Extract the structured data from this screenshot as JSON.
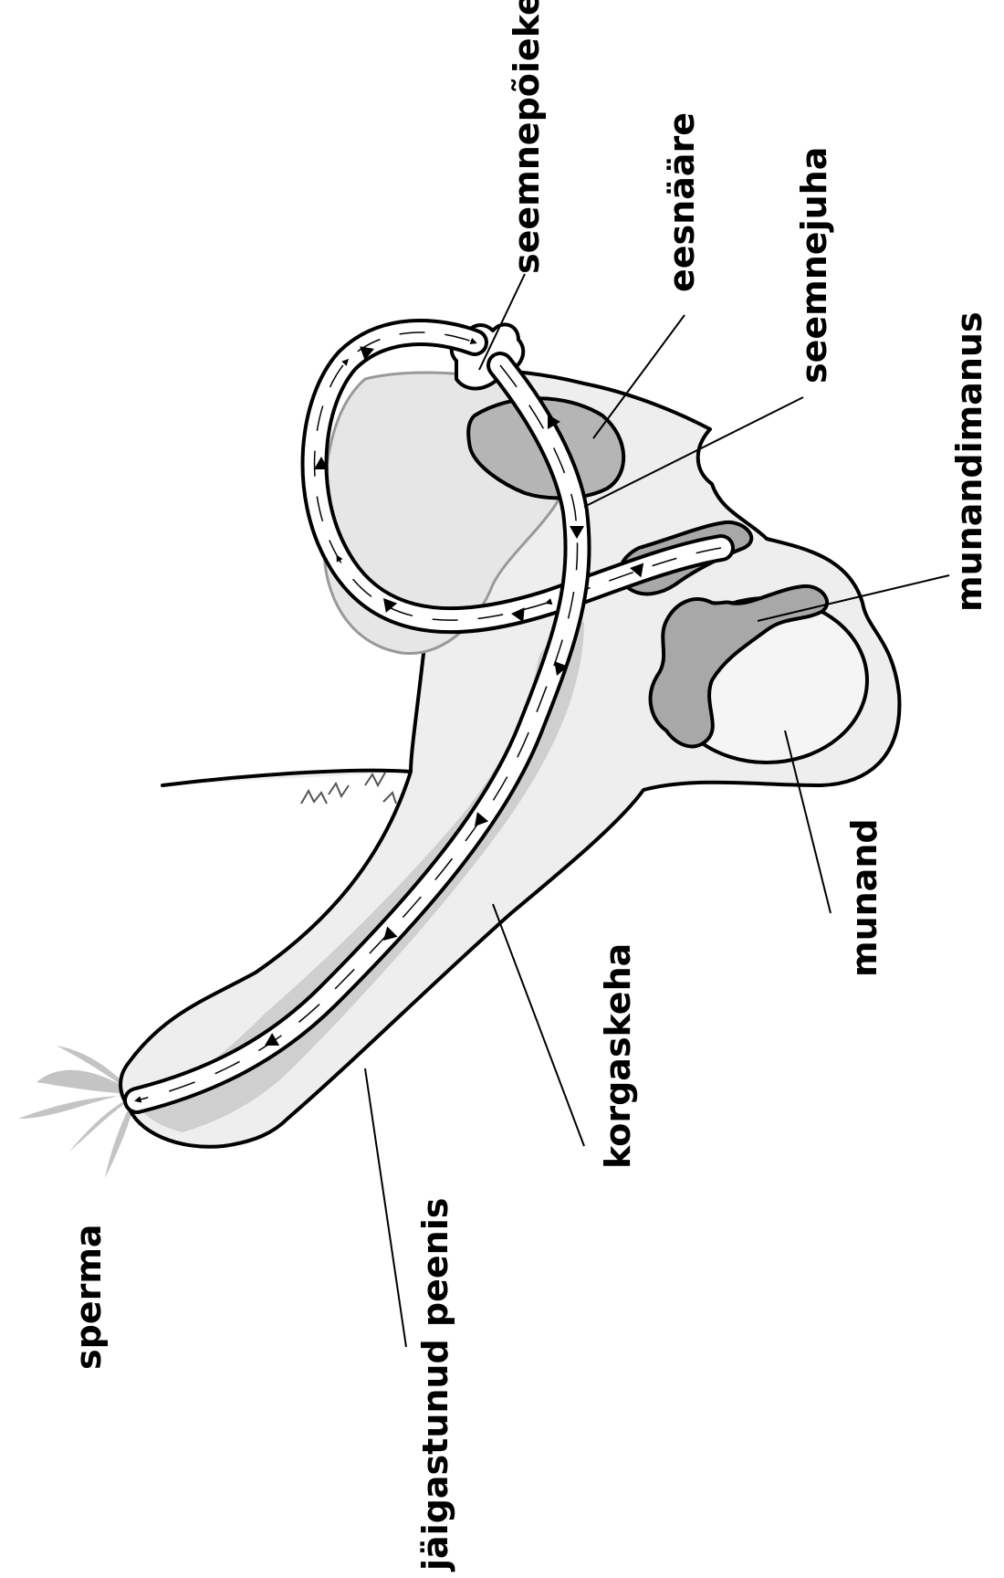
{
  "labels": {
    "seminal_vesicle": "seemnepõieke",
    "prostate": "eesnääre",
    "vas_deferens": "seemnejuha",
    "epididymis": "munandimanus",
    "testis": "munand",
    "corpus_spongiosum": "korgaskeha",
    "erect_penis": "jäigastunud peenis",
    "sperm": "sperma"
  },
  "colors": {
    "outline": "#000000",
    "body_fill": "#eeeeee",
    "shadow_fill": "#cfcfcf",
    "gland_fill": "#a8a8a8",
    "tube_fill": "#ffffff",
    "spray_fill": "#c4c4c4"
  }
}
